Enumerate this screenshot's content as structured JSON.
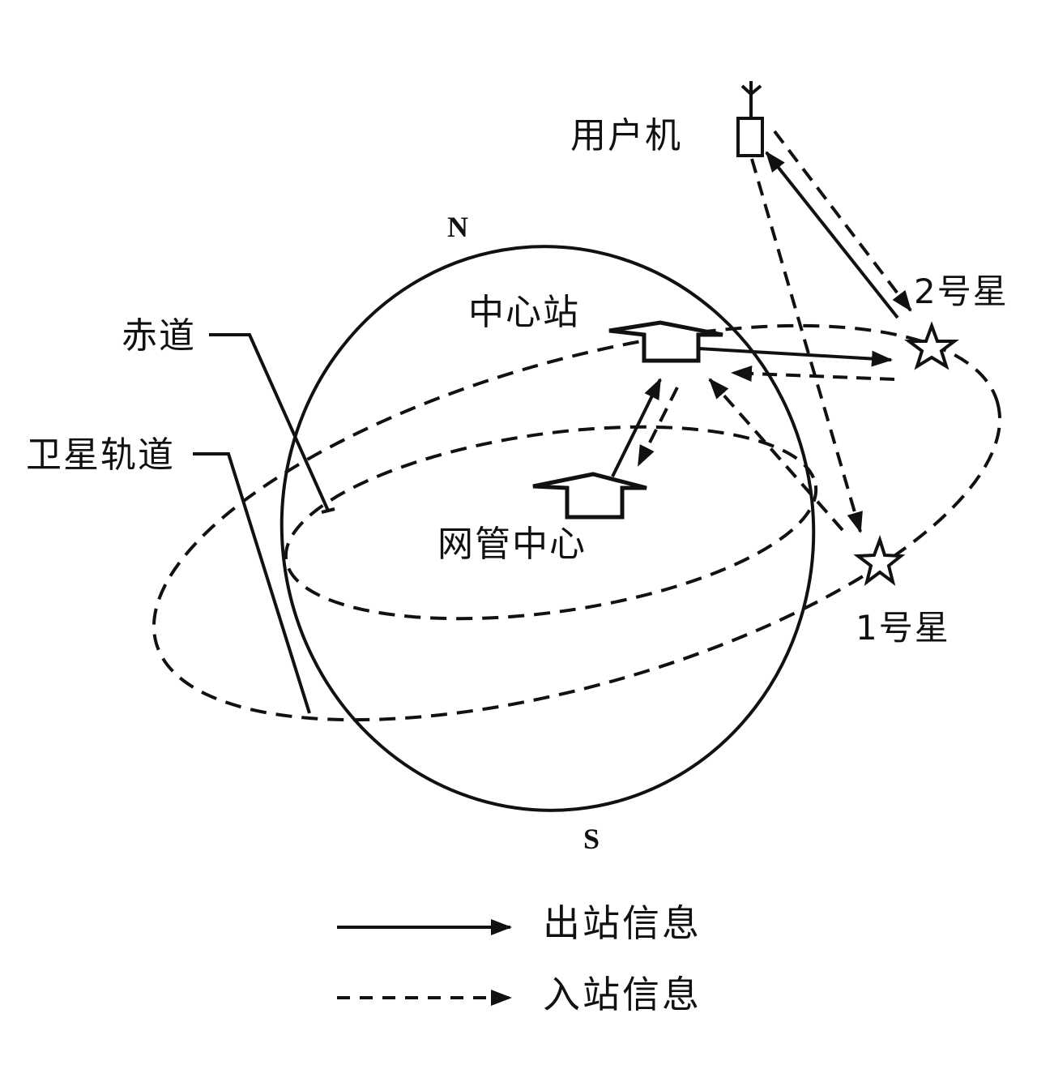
{
  "diagram": {
    "title": "",
    "labels": {
      "north": "N",
      "south": "S",
      "user_terminal": "用户机",
      "central_station": "中心站",
      "network_center": "网管中心",
      "equator": "赤道",
      "satellite_orbit": "卫星轨道",
      "satellite_1": "1号星",
      "satellite_2": "2号星"
    },
    "legend": {
      "items": [
        {
          "style": "solid",
          "label": "出站信息"
        },
        {
          "style": "dashed",
          "label": "入站信息"
        }
      ]
    },
    "nodes": [
      {
        "id": "user_terminal",
        "icon": "antenna-terminal-icon"
      },
      {
        "id": "central_station",
        "icon": "station-building-icon"
      },
      {
        "id": "network_center",
        "icon": "station-building-icon"
      },
      {
        "id": "satellite_1",
        "icon": "star-icon"
      },
      {
        "id": "satellite_2",
        "icon": "star-icon"
      }
    ],
    "links": [
      {
        "from": "central_station",
        "to": "satellite_2",
        "type": "outbound"
      },
      {
        "from": "satellite_2",
        "to": "user_terminal",
        "type": "outbound"
      },
      {
        "from": "user_terminal",
        "to": "satellite_2",
        "type": "inbound"
      },
      {
        "from": "user_terminal",
        "to": "satellite_1",
        "type": "inbound"
      },
      {
        "from": "satellite_2",
        "to": "central_station",
        "type": "inbound"
      },
      {
        "from": "satellite_1",
        "to": "central_station",
        "type": "inbound"
      },
      {
        "from": "network_center",
        "to": "central_station",
        "type": "outbound"
      },
      {
        "from": "central_station",
        "to": "network_center",
        "type": "inbound"
      }
    ],
    "colors": {
      "ink": "#111111",
      "background": "#ffffff"
    }
  }
}
